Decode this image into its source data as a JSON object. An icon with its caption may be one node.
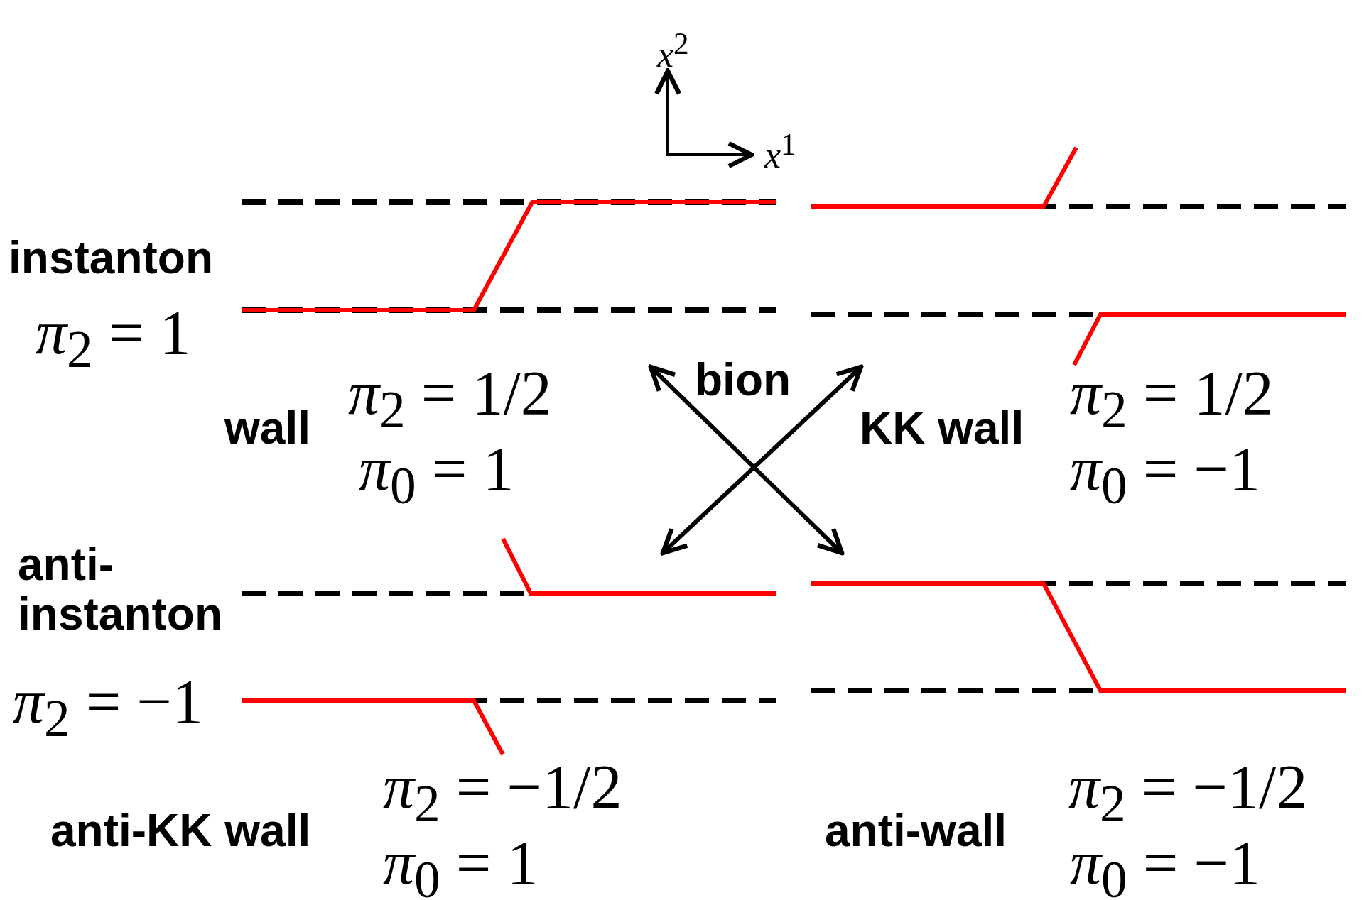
{
  "diagram": {
    "nodes": [
      {
        "text": [
          "wall",
          "*π*$_{2}$ = 1/2",
          "*π*$_{0}$ = 1"
        ]
      },
      {
        "text": [
          "KK wall",
          "*π*$_{2}$ = 1/2",
          "*π*$_{0}$ = −1"
        ]
      },
      {
        "text": [
          "anti-KK wall",
          "*π*$_{2}$ = −1/2",
          "*π*$_{0}$ = 1"
        ]
      },
      {
        "text": [
          "anti-wall",
          "*π*$_{2}$ = −1/2",
          "*π*$_{0}$ = −1"
        ]
      }
    ],
    "edges": [
      {
        "from": 0,
        "to": 3,
        "arrow": "both"
      },
      {
        "from": 1,
        "to": 2,
        "arrow": "both"
      }
    ],
    "labels": [
      "*x*$^{2}$",
      "*x*$^{1}$",
      "instanton",
      "*π*$_{2}$ = 1",
      "anti- instanton",
      "*π*$_{2}$ = −1",
      "bion"
    ]
  }
}
